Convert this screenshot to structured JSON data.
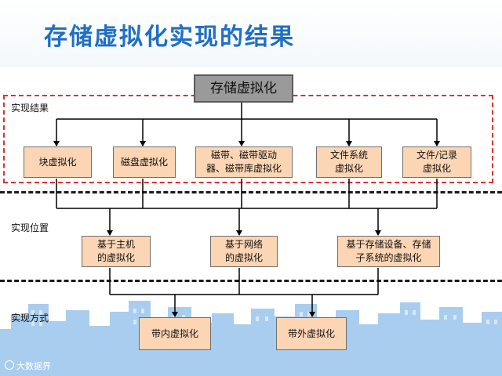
{
  "title": "存储虚拟化实现的结果",
  "root": "存储虚拟化",
  "row_labels": {
    "results": "实现结果",
    "location": "实现位置",
    "method": "实现方式"
  },
  "results": [
    "块虚拟化",
    "磁盘虚拟化",
    "磁带、磁带驱动\n器、磁带库虚拟化",
    "文件系统\n虚拟化",
    "文件/记录\n虚拟化"
  ],
  "locations": [
    "基于主机\n的虚拟化",
    "基于网络\n的虚拟化",
    "基于存储设备、存储\n子系统的虚拟化"
  ],
  "methods": [
    "带内虚拟化",
    "带外虚拟化"
  ],
  "watermark": "大数据界"
}
